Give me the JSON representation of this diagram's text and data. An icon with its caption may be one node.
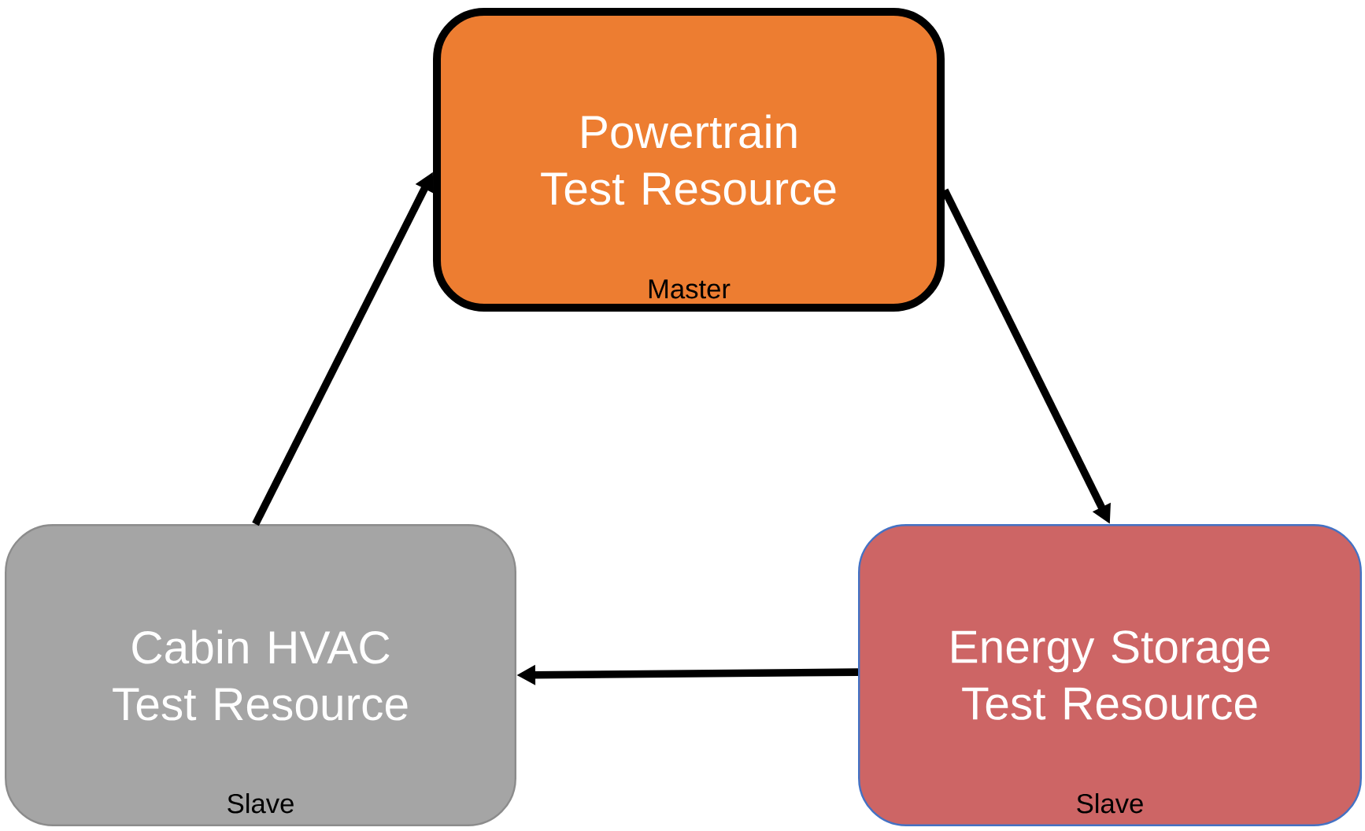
{
  "diagram": {
    "nodes": [
      {
        "text": [
          "Powertrain Test Resource",
          "Master"
        ]
      },
      {
        "text": [
          "Energy Storage Test Resource",
          "Slave"
        ]
      },
      {
        "text": [
          "Cabin HVAC Test Resource",
          "Slave"
        ]
      }
    ],
    "edges": [
      {
        "from": 0,
        "to": 1,
        "arrow": "to"
      },
      {
        "from": 1,
        "to": 2,
        "arrow": "to"
      },
      {
        "from": 2,
        "to": 0,
        "arrow": "to"
      }
    ]
  }
}
